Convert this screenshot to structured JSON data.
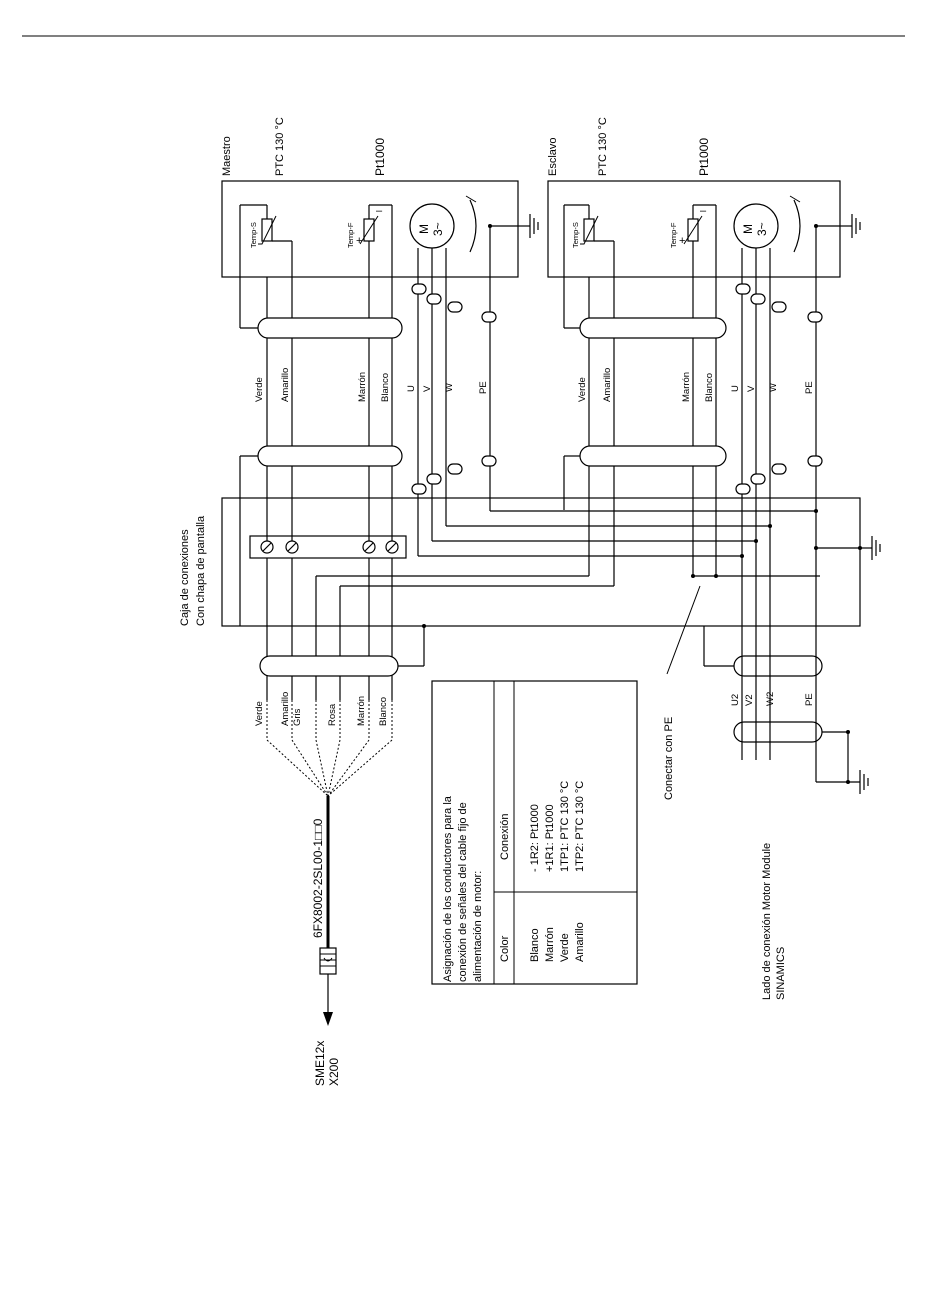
{
  "master": {
    "title": "Maestro",
    "ptc": "PTC 130 °C",
    "pt": "Pt1000",
    "temp_s": "Temp-S",
    "temp_f": "Temp-F"
  },
  "slave": {
    "title": "Esclavo",
    "ptc": "PTC 130 °C",
    "pt": "Pt1000",
    "temp_s": "Temp-S",
    "temp_f": "Temp-F"
  },
  "motor": {
    "m": "M",
    "phase": "3~"
  },
  "wires": {
    "verde": "Verde",
    "amarillo": "Amarillo",
    "marron": "Marrón",
    "blanco": "Blanco",
    "u": "U",
    "v": "V",
    "w": "W",
    "pe": "PE"
  },
  "box": {
    "line1": "Caja de conexiones",
    "line2": "Con chapa de pantalla"
  },
  "signal_cable": {
    "verde": "Verde",
    "amarillo": "Amarillo",
    "gris": "Gris",
    "rosa": "Rosa",
    "marron": "Marrón",
    "blanco": "Blanco"
  },
  "power_cable": {
    "u2": "U2",
    "v2": "V2",
    "w2": "W2",
    "pe": "PE"
  },
  "connect_pe": "Conectar con PE",
  "cable_code": "6FX8002-2SL00-1□□0",
  "sme": {
    "line1": "SME12x",
    "line2": "X200"
  },
  "lado": {
    "line1": "Lado de conexión Motor Module",
    "line2": "SINAMICS"
  },
  "table": {
    "caption_1": "Asignación de los conductores para la",
    "caption_2": "conexión de señales del cable fijo de",
    "caption_3": "alimentación de motor:",
    "col_color": "Color",
    "col_conn": "Conexión",
    "rows": [
      {
        "color": "Blanco",
        "conn": "- 1R2:  Pt1000"
      },
      {
        "color": "Marrón",
        "conn": "+1R1:  Pt1000"
      },
      {
        "color": "Verde",
        "conn": "1TP1:  PTC 130 °C"
      },
      {
        "color": "Amarillo",
        "conn": "1TP2:  PTC 130 °C"
      }
    ]
  },
  "symbol": {
    "plus": "+",
    "minus": "–"
  }
}
